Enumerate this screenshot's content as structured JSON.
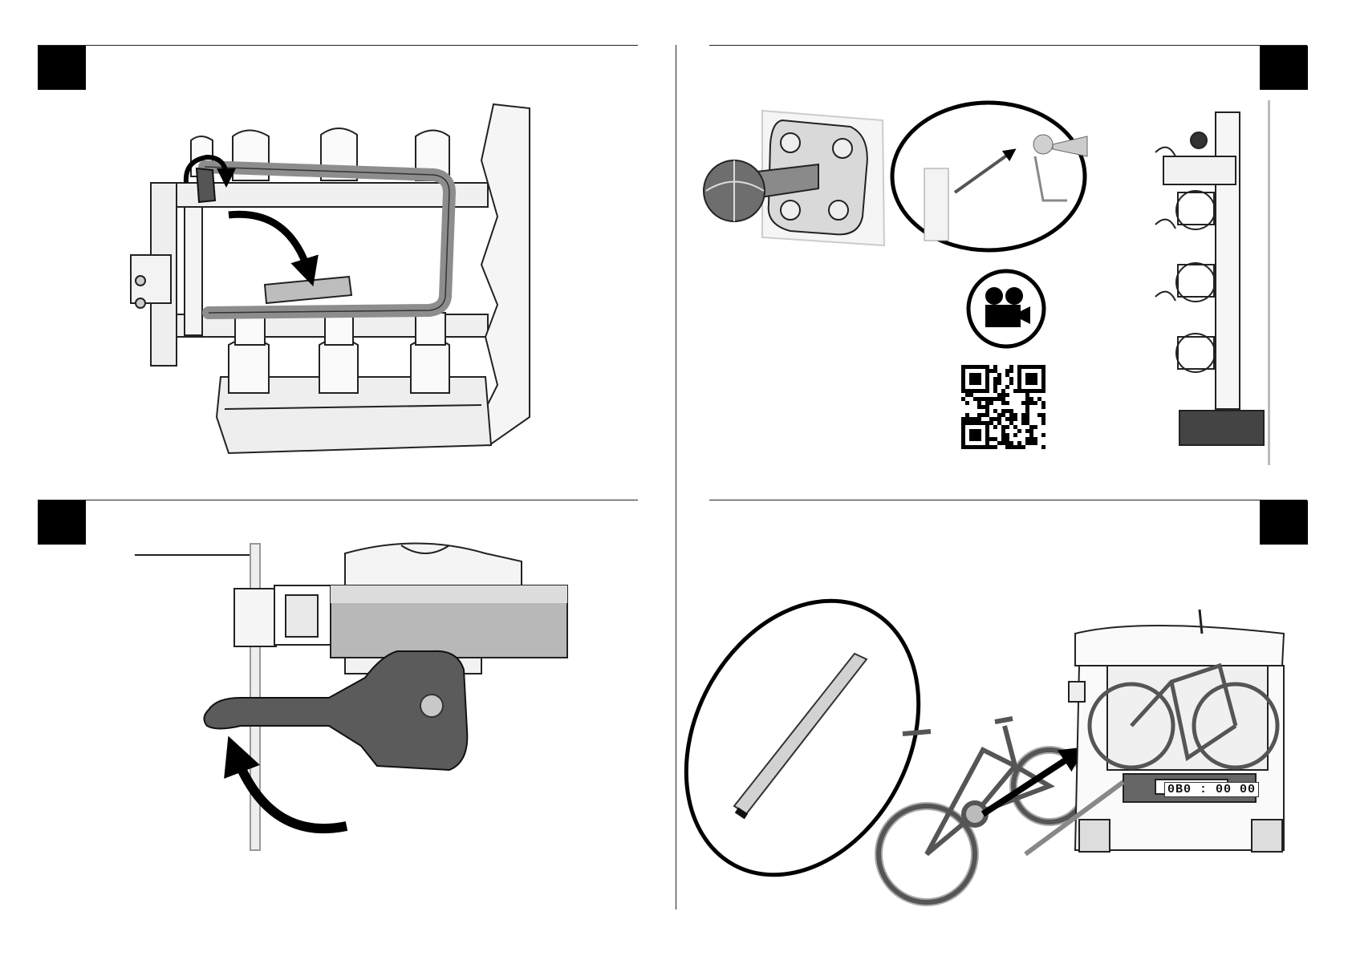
{
  "document": {
    "type": "assembly instruction sheet",
    "panels": [
      {
        "id": "panel-top-left",
        "step_marker": "black-square",
        "subject": "bike-rack-fold-arm"
      },
      {
        "id": "panel-top-right",
        "step_marker": "black-square",
        "subject": "tow-ball-and-wall-storage",
        "icons": [
          "video-camera-icon",
          "qr-code"
        ]
      },
      {
        "id": "panel-bottom-left",
        "step_marker": "black-square",
        "subject": "key-lock"
      },
      {
        "id": "panel-bottom-right",
        "step_marker": "black-square",
        "subject": "loading-ramp"
      }
    ],
    "license_plate": "0B0 : 00 00",
    "colors": {
      "ink": "#000000",
      "line": "#222222",
      "metal_gray": "#b8b8b8",
      "dark_gray": "#555555",
      "key_gray": "#5b5b5b"
    }
  }
}
